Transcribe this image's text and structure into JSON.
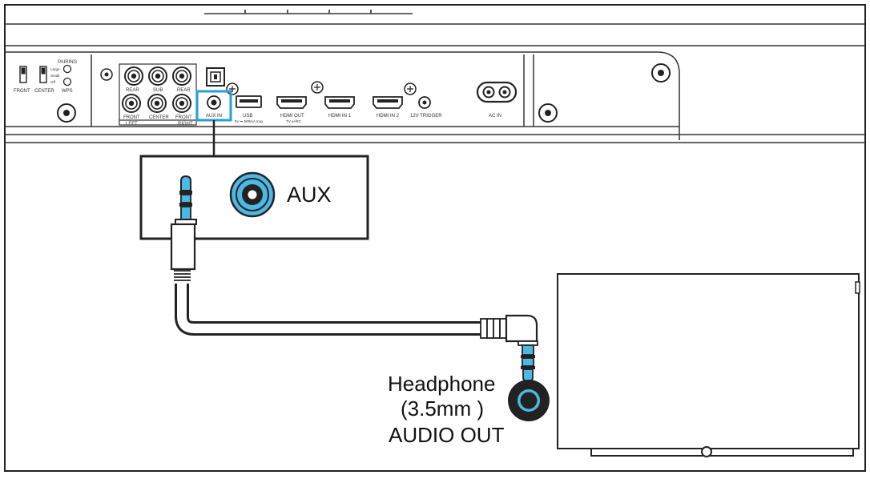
{
  "panel": {
    "speaker_switch": {
      "front_label": "FRONT",
      "center_label": "CENTER"
    },
    "pairing": {
      "title": "PAIRING",
      "opt1": "Large",
      "opt2": "Small",
      "opt3": "Off",
      "wps_label": "WPS"
    },
    "rca": {
      "rear_left": "REAR",
      "sub": "SUB",
      "rear_right": "REAR",
      "front_left": "FRONT",
      "center": "CENTER",
      "front_right": "FRONT",
      "left": "LEFT",
      "right": "RIGHT"
    },
    "aux_in_label": "AUX IN",
    "usb_label": "USB",
    "usb_sub": "5V ⎓ 500mA max.",
    "hdmi_out_label": "HDMI OUT",
    "hdmi_out_sub": "TV eARC",
    "hdmi_in1_label": "HDMI IN 1",
    "hdmi_in2_label": "HDMI IN 2",
    "trigger_label": "12V TRIGGER",
    "ac_in_label": "AC IN"
  },
  "callout": {
    "label": "AUX"
  },
  "tv_output": {
    "line1": "Headphone",
    "line2": "(3.5mm )",
    "line3": "AUDIO OUT"
  },
  "colors": {
    "highlight": "#2a9fd6",
    "jack_blue": "#4cb8e4",
    "line": "#222222"
  }
}
